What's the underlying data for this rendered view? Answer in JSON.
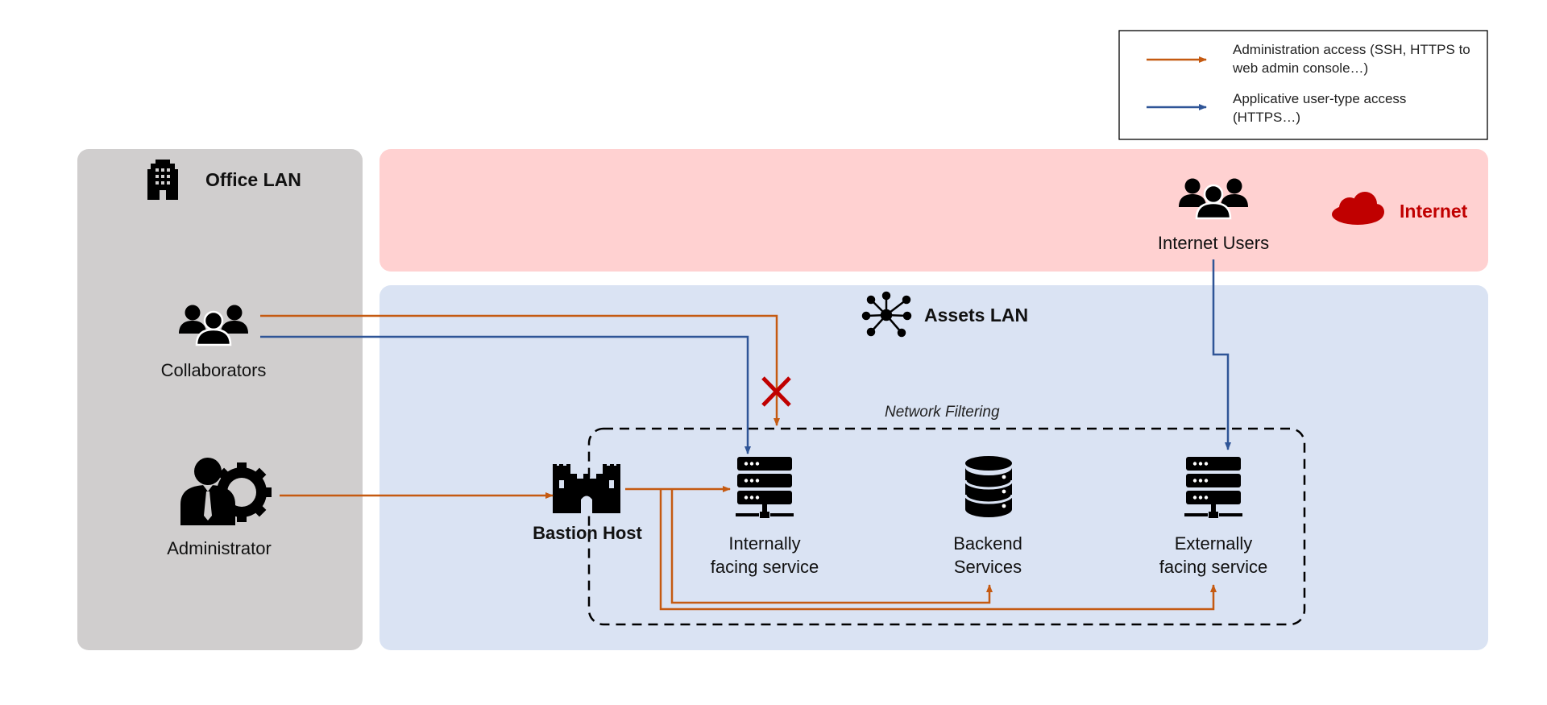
{
  "colors": {
    "admin": "#c55a11",
    "user": "#2f5597",
    "office_zone": "#d0cece",
    "internet_zone": "#ffd1d1",
    "assets_zone": "#dae3f3",
    "internet_title": "#c00000",
    "blocked_mark": "#c00000"
  },
  "legend": {
    "admin_line1": "Administration access (SSH, HTTPS to",
    "admin_line2": "web admin console…)",
    "user_line1": "Applicative user-type access",
    "user_line2": "(HTTPS…)"
  },
  "zones": {
    "office": "Office LAN",
    "internet": "Internet",
    "assets": "Assets LAN"
  },
  "nodes": {
    "internet_users": "Internet Users",
    "collaborators": "Collaborators",
    "administrator": "Administrator",
    "bastion": "Bastion Host",
    "internal_line1": "Internally",
    "internal_line2": "facing service",
    "backend_line1": "Backend",
    "backend_line2": "Services",
    "external_line1": "Externally",
    "external_line2": "facing service"
  },
  "network_filtering": "Network Filtering",
  "icons": {
    "office": "office-building-icon",
    "internet": "cloud-icon",
    "assets": "network-hub-icon",
    "people": "user-group-icon",
    "admin": "admin-gear-icon",
    "bastion": "castle-icon",
    "server": "server-rack-icon",
    "database": "database-icon",
    "blocked": "cross-icon"
  }
}
